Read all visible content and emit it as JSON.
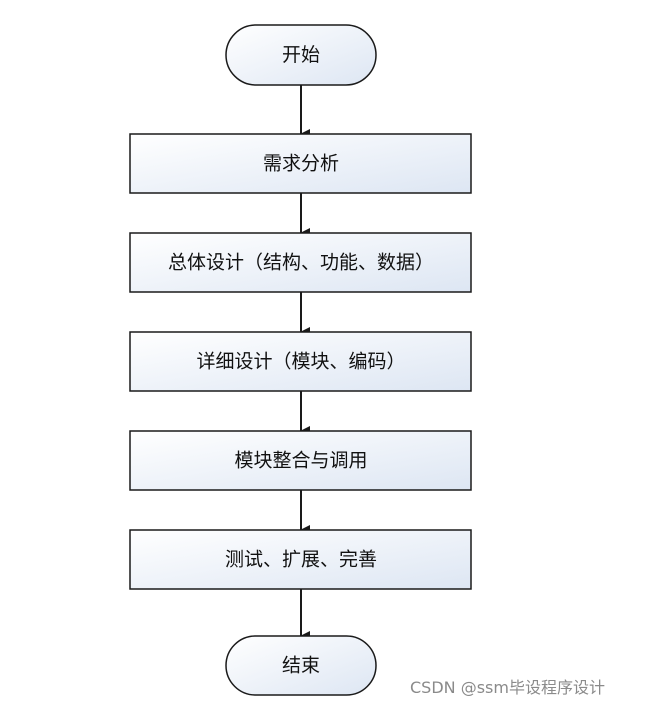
{
  "flowchart": {
    "start": "开始",
    "steps": [
      "需求分析",
      "总体设计（结构、功能、数据）",
      "详细设计（模块、编码）",
      "模块整合与调用",
      "测试、扩展、完善"
    ],
    "end": "结束"
  },
  "watermark": "CSDN @ssm毕设程序设计",
  "colors": {
    "stroke": "#1a1a1a",
    "fill_top": "#ffffff",
    "fill_bottom": "#dde6f3",
    "text": "#111111",
    "watermark": "#8a8a8a"
  }
}
